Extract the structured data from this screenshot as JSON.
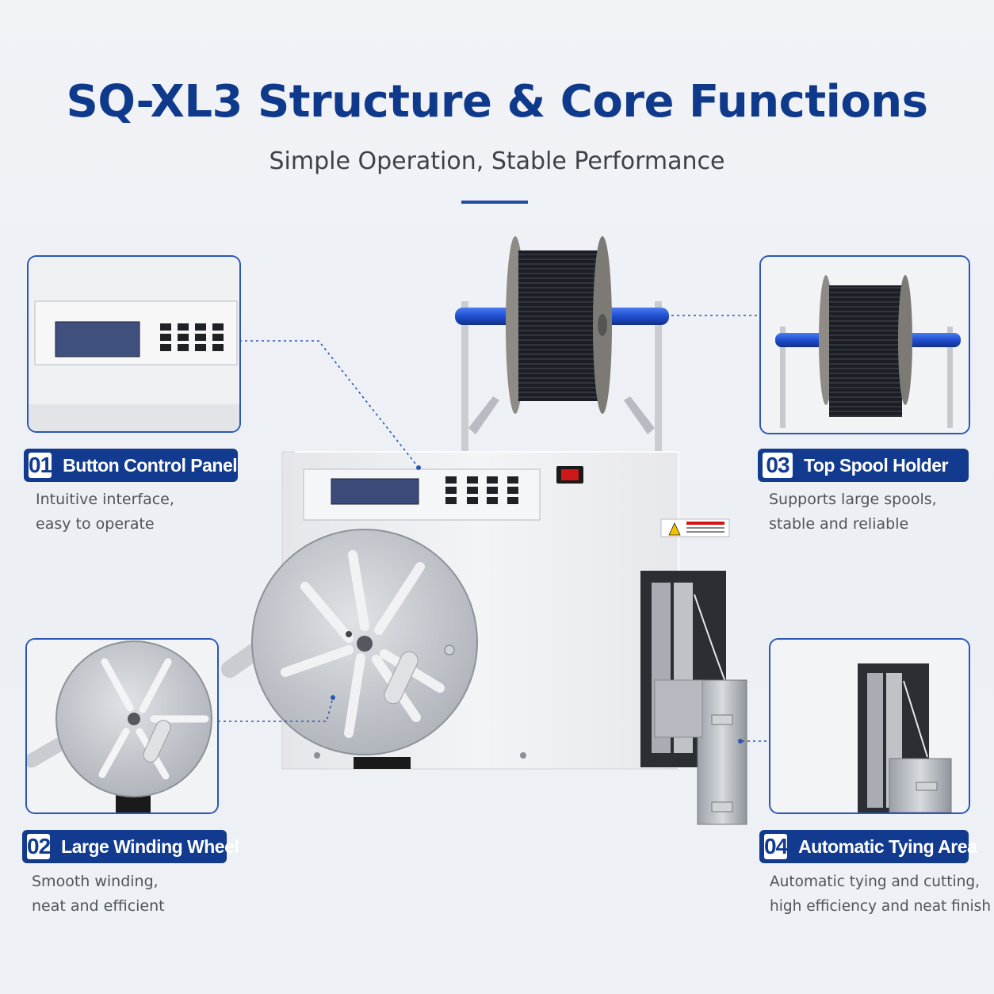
{
  "header": {
    "title": "SQ-XL3 Structure & Core Functions",
    "subtitle": "Simple Operation, Stable Performance"
  },
  "features": [
    {
      "num": "01",
      "label": "Button Control Panel",
      "desc_line1": "Intuitive interface,",
      "desc_line2": "easy to operate",
      "icon": "control-panel-closeup"
    },
    {
      "num": "02",
      "label": "Large Winding Wheel",
      "desc_line1": "Smooth winding,",
      "desc_line2": "neat and efficient",
      "icon": "winding-wheel-closeup"
    },
    {
      "num": "03",
      "label": "Top Spool Holder",
      "desc_line1": "Supports large spools,",
      "desc_line2": "stable and reliable",
      "icon": "spool-holder-closeup"
    },
    {
      "num": "04",
      "label": "Automatic Tying Area",
      "desc_line1": "Automatic tying and cutting,",
      "desc_line2": "high efficiency and neat finish",
      "icon": "tying-area-closeup"
    }
  ],
  "colors": {
    "brand_blue": "#123b8f",
    "title_blue": "#0f3a8c",
    "spool_rod_blue": "#1f4fd0",
    "power_switch_red": "#d01818"
  }
}
